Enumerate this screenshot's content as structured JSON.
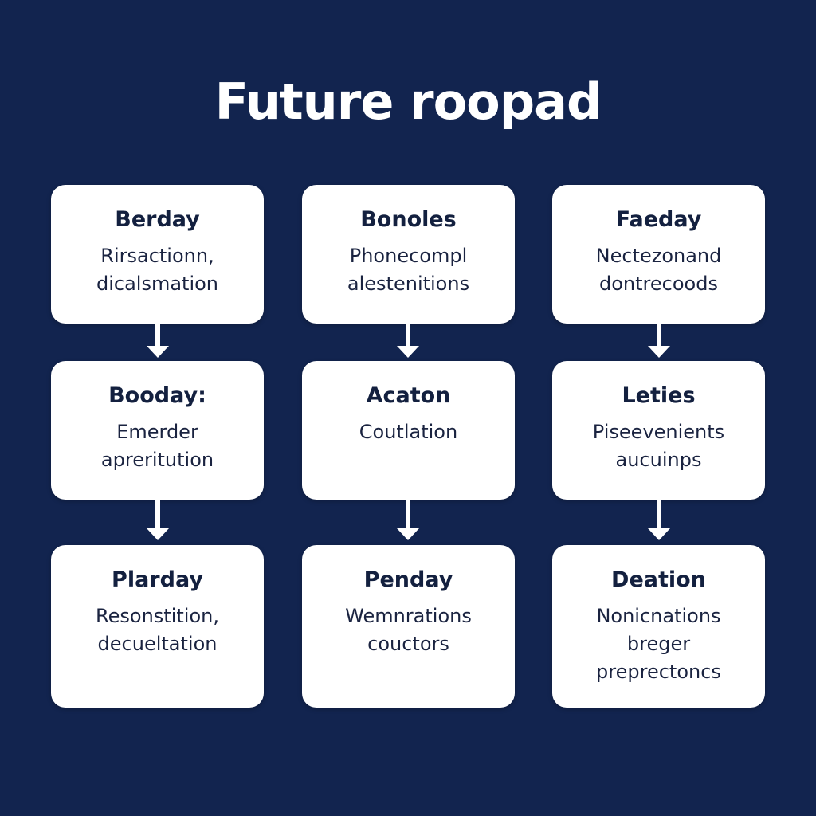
{
  "title": "Future roopad",
  "boxes": [
    {
      "heading": "Berday",
      "lines": [
        "Rirsactionn,",
        "dicalsmation"
      ]
    },
    {
      "heading": "Bonoles",
      "lines": [
        "Phonecompl",
        "alestenitions"
      ]
    },
    {
      "heading": "Faeday",
      "lines": [
        "Nectezonand",
        "dontrecoods"
      ]
    },
    {
      "heading": "Booday:",
      "lines": [
        "Emerder",
        "apreritution"
      ]
    },
    {
      "heading": "Acaton",
      "lines": [
        "Coutlation"
      ]
    },
    {
      "heading": "Leties",
      "lines": [
        "Piseevenients",
        "aucuinps"
      ]
    },
    {
      "heading": "Plarday",
      "lines": [
        "Resonstition,",
        "decueltation"
      ]
    },
    {
      "heading": "Penday",
      "lines": [
        "Wemnrations",
        "couctors"
      ]
    },
    {
      "heading": "Deation",
      "lines": [
        "Nonicnations",
        "breger",
        "preprectoncs"
      ]
    }
  ],
  "colors": {
    "background": "#12244f",
    "box": "#ffffff",
    "text": "#13203f",
    "arrow": "#ffffff"
  },
  "icons": {
    "connector": "arrow-down-icon"
  }
}
